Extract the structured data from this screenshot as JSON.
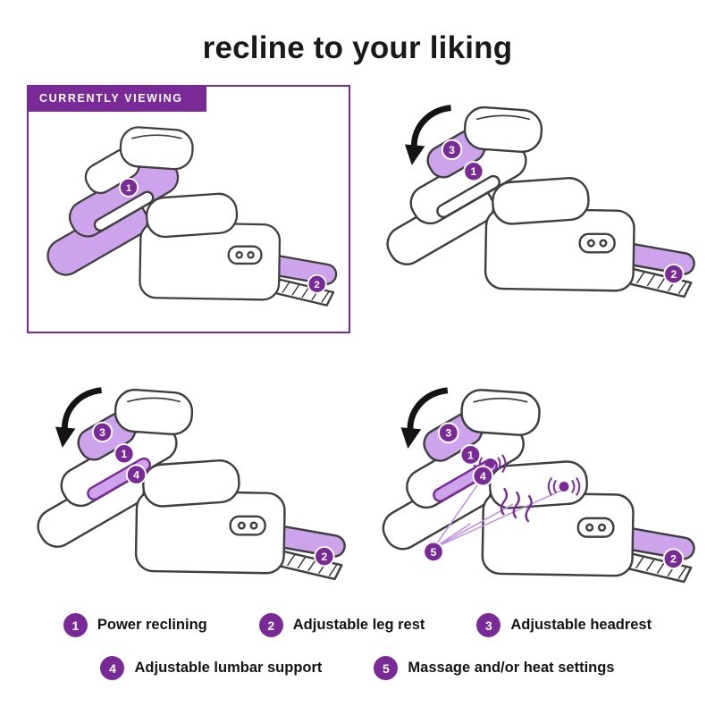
{
  "title": "recline to your liking",
  "viewer_badge": {
    "label": "CURRENTLY VIEWING"
  },
  "markers": {
    "m1": "1",
    "m2": "2",
    "m3": "3",
    "m4": "4",
    "m5": "5"
  },
  "legend": {
    "items": [
      {
        "number": "1",
        "label": "Power reclining"
      },
      {
        "number": "2",
        "label": "Adjustable leg rest"
      },
      {
        "number": "3",
        "label": "Adjustable headrest"
      },
      {
        "number": "4",
        "label": "Adjustable lumbar support"
      },
      {
        "number": "5",
        "label": "Massage and/or heat settings"
      }
    ]
  },
  "colors": {
    "purple": "#7a2a96",
    "lav": "#cda4ec",
    "line": "#3f3f3f",
    "lead": "#c193e6"
  }
}
